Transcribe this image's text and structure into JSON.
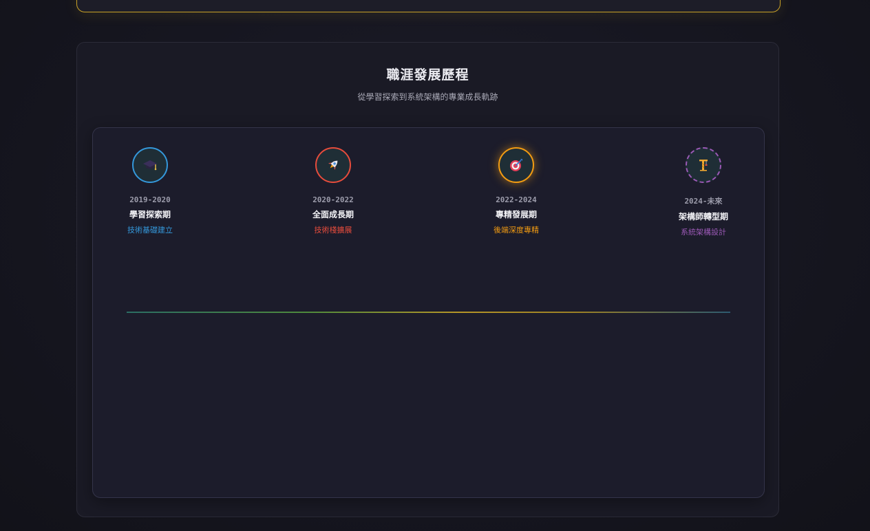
{
  "section": {
    "title": "職涯發展歷程",
    "subtitle": "從學習探索到系統架構的專業成長軌跡"
  },
  "stages": [
    {
      "years": "2019-2020",
      "title": "學習探索期",
      "desc": "技術基礎建立",
      "icon": "graduation-cap-icon",
      "color": "#3498db"
    },
    {
      "years": "2020-2022",
      "title": "全面成長期",
      "desc": "技術棧擴展",
      "icon": "rocket-icon",
      "color": "#e74c3c"
    },
    {
      "years": "2022-2024",
      "title": "專精發展期",
      "desc": "後端深度專精",
      "icon": "target-icon",
      "color": "#f39c12"
    },
    {
      "years": "2024-未來",
      "title": "架構師轉型期",
      "desc": "系統架構設計",
      "icon": "crane-icon",
      "color": "#9b59b6"
    }
  ]
}
